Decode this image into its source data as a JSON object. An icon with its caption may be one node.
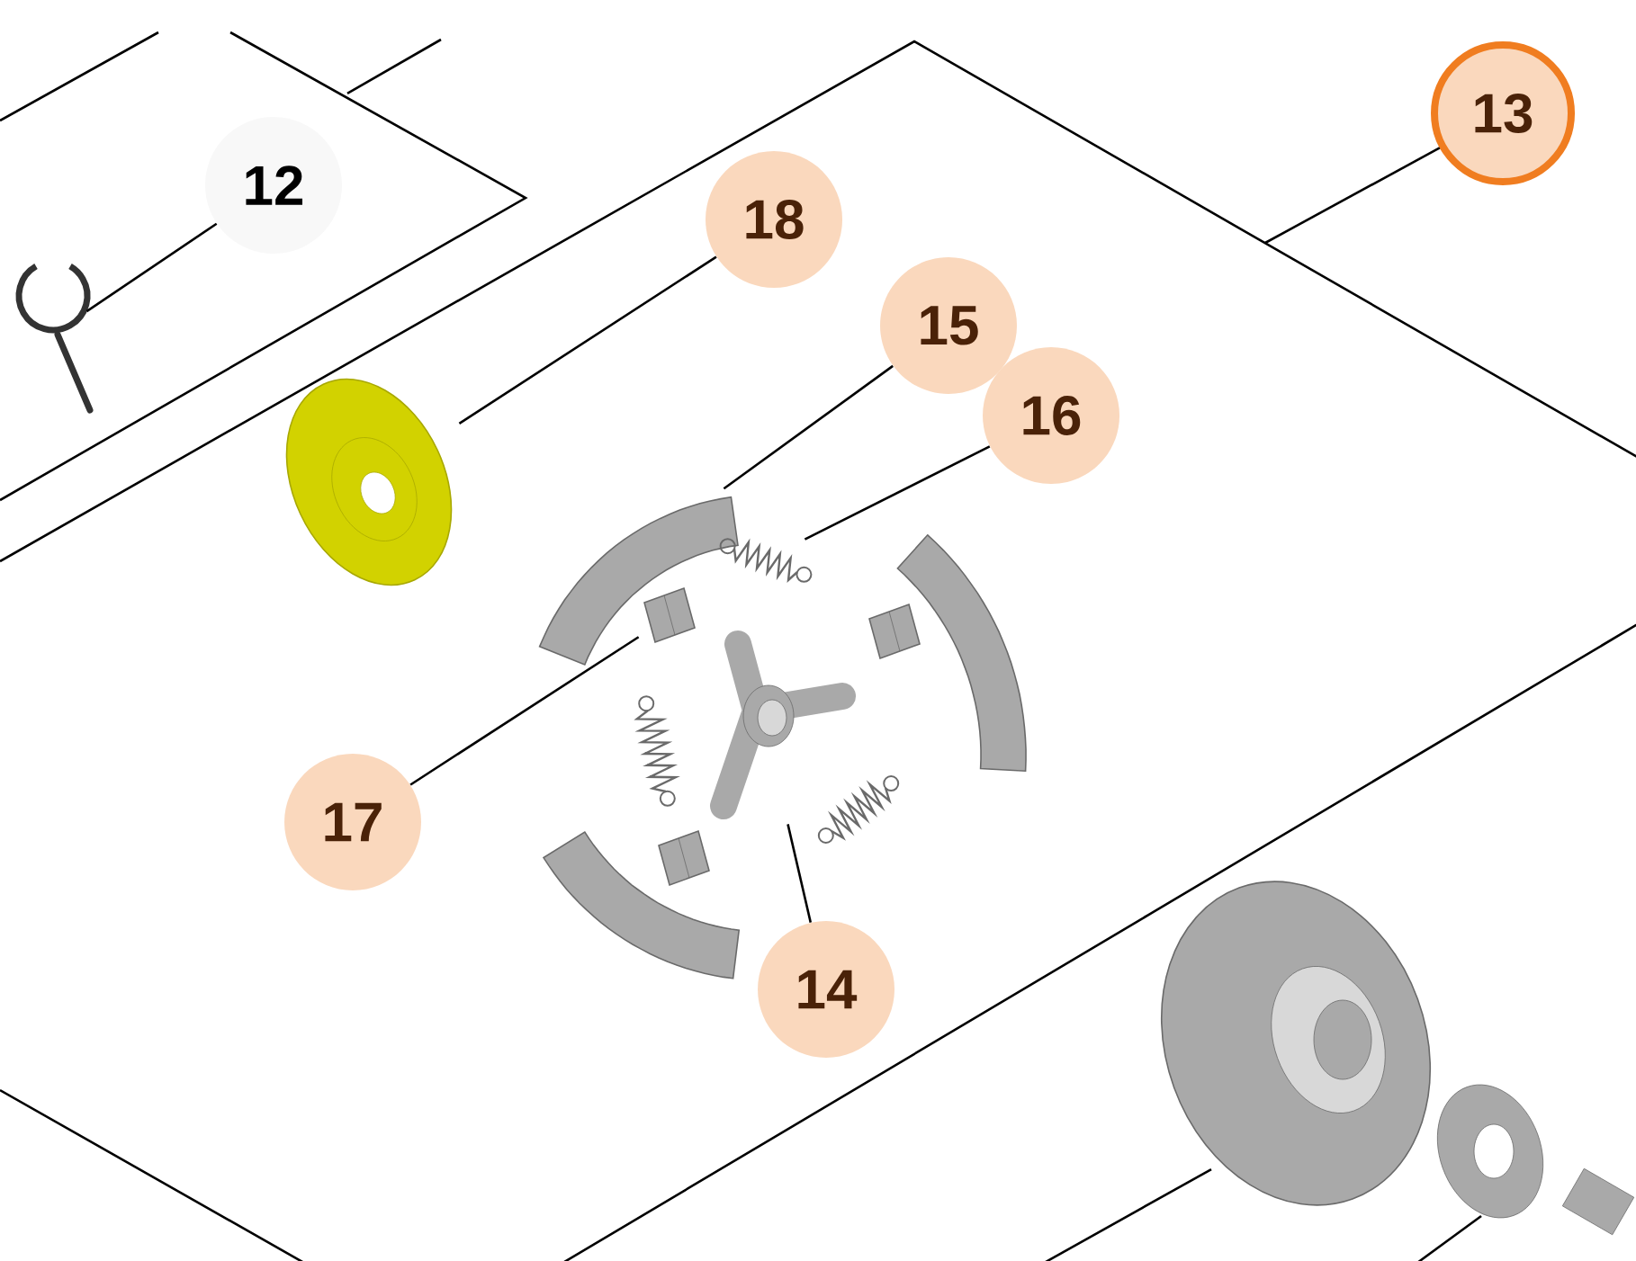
{
  "diagram": {
    "nodes": [
      {
        "text": [
          "12"
        ]
      },
      {
        "text": [
          "13"
        ]
      },
      {
        "text": [
          "18"
        ]
      },
      {
        "text": [
          "15"
        ]
      },
      {
        "text": [
          "16"
        ]
      },
      {
        "text": [
          "17"
        ]
      },
      {
        "text": [
          "14"
        ]
      },
      {
        "text": [],
        "shape": "picture"
      },
      {
        "text": [],
        "shape": "picture"
      },
      {
        "text": [],
        "shape": "picture"
      },
      {
        "text": [],
        "shape": "picture"
      },
      {
        "text": [],
        "shape": "picture"
      },
      {
        "text": [],
        "shape": "picture"
      }
    ],
    "edges": [
      {
        "from": 0,
        "to": 7,
        "arrow": "none"
      },
      {
        "from": 1,
        "to": null,
        "arrow": "none"
      },
      {
        "from": 2,
        "to": 8,
        "arrow": "none"
      },
      {
        "from": 3,
        "to": 9,
        "arrow": "none"
      },
      {
        "from": 4,
        "to": 10,
        "arrow": "none"
      },
      {
        "from": 5,
        "to": 11,
        "arrow": "none"
      },
      {
        "from": 6,
        "to": 12,
        "arrow": "none"
      }
    ]
  }
}
